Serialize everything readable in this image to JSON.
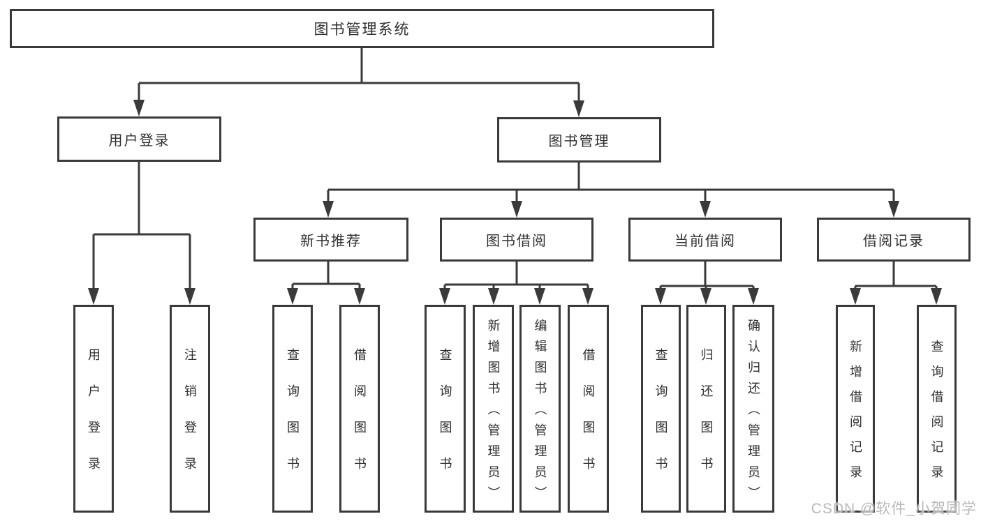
{
  "tree": {
    "root": {
      "label": "图书管理系统",
      "children": [
        {
          "label": "用户登录",
          "children": [
            {
              "label": "用户登录"
            },
            {
              "label": "注销登录"
            }
          ]
        },
        {
          "label": "图书管理",
          "children": [
            {
              "label": "新书推荐",
              "children": [
                {
                  "label": "查询图书"
                },
                {
                  "label": "借阅图书"
                }
              ]
            },
            {
              "label": "图书借阅",
              "children": [
                {
                  "label": "查询图书"
                },
                {
                  "label": "新增图书（管理员）"
                },
                {
                  "label": "编辑图书（管理员）"
                },
                {
                  "label": "借阅图书"
                }
              ]
            },
            {
              "label": "当前借阅",
              "children": [
                {
                  "label": "查询图书"
                },
                {
                  "label": "归还图书"
                },
                {
                  "label": "确认归还（管理员）"
                }
              ]
            },
            {
              "label": "借阅记录",
              "children": [
                {
                  "label": "新增借阅记录"
                },
                {
                  "label": "查询借阅记录"
                }
              ]
            }
          ]
        }
      ]
    }
  },
  "watermark": {
    "text": "CSDN @软件_小贺同学"
  },
  "colors": {
    "line": "#3a3a3a",
    "text": "#2f2f2f",
    "watermark": "#b9b9b9",
    "background": "#ffffff"
  }
}
